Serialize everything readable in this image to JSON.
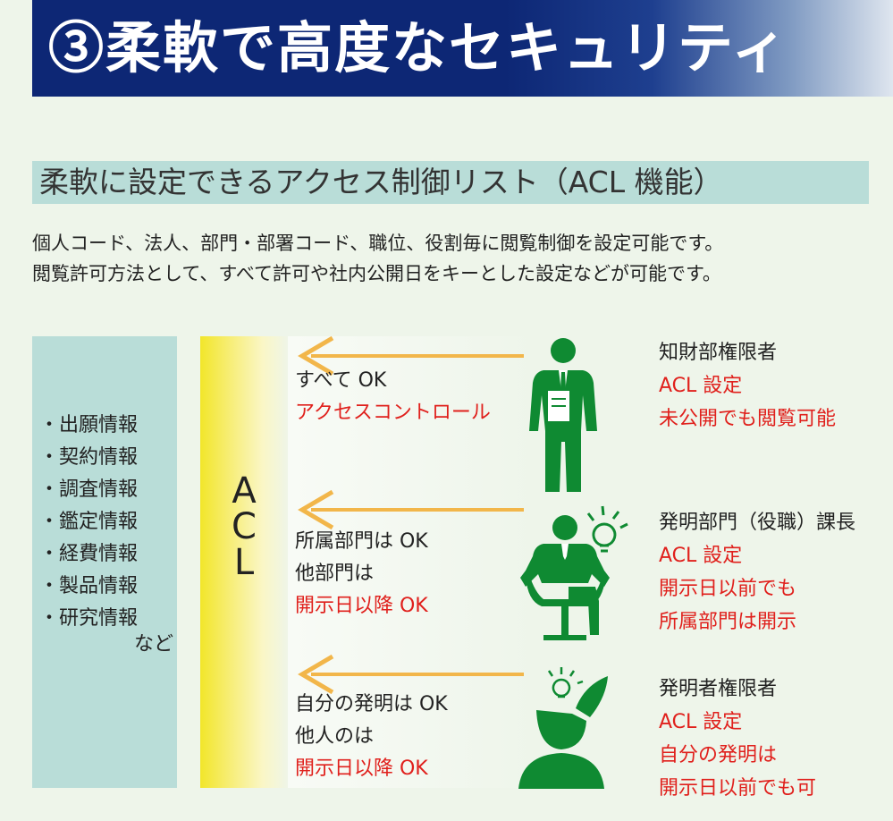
{
  "header": {
    "title": "③柔軟で高度なセキュリティ",
    "subtitle": "柔軟に設定できるアクセス制御リスト（ACL 機能）"
  },
  "description": [
    "個人コード、法人、部門・部署コード、職位、役割毎に閲覧制御を設定可能です。",
    "閲覧許可方法として、すべて許可や社内公開日をキーとした設定などが可能です。"
  ],
  "info_types": {
    "items": [
      "出願情報",
      "契約情報",
      "調査情報",
      "鑑定情報",
      "経費情報",
      "製品情報",
      "研究情報"
    ],
    "etc": "など"
  },
  "acl_label": [
    "A",
    "C",
    "L"
  ],
  "rules": [
    {
      "lines": [
        "すべて OK",
        "アクセスコントロール"
      ]
    },
    {
      "lines": [
        "所属部門は OK",
        "他部門は",
        "開示日以降 OK"
      ]
    },
    {
      "lines": [
        "自分の発明は OK",
        "他人のは",
        "開示日以降 OK"
      ]
    }
  ],
  "roles": [
    {
      "title": "知財部権限者",
      "lines": [
        "ACL 設定",
        "未公開でも閲覧可能"
      ],
      "icon": "businessman-icon"
    },
    {
      "title": "発明部門（役職）課長",
      "lines": [
        "ACL 設定",
        "開示日以前でも",
        "所属部門は開示"
      ],
      "icon": "seated-manager-icon"
    },
    {
      "title": "発明者権限者",
      "lines": [
        "ACL 設定",
        "自分の発明は",
        "開示日以前でも可"
      ],
      "icon": "inventor-icon"
    }
  ],
  "colors": {
    "banner": "#0d2775",
    "panel": "#b9ddd8",
    "background": "#eef5ea",
    "accent_red": "#e0201c",
    "arrow": "#f2b64a",
    "figure_green": "#0f8a32",
    "acl_yellow": "#f2e62a"
  }
}
